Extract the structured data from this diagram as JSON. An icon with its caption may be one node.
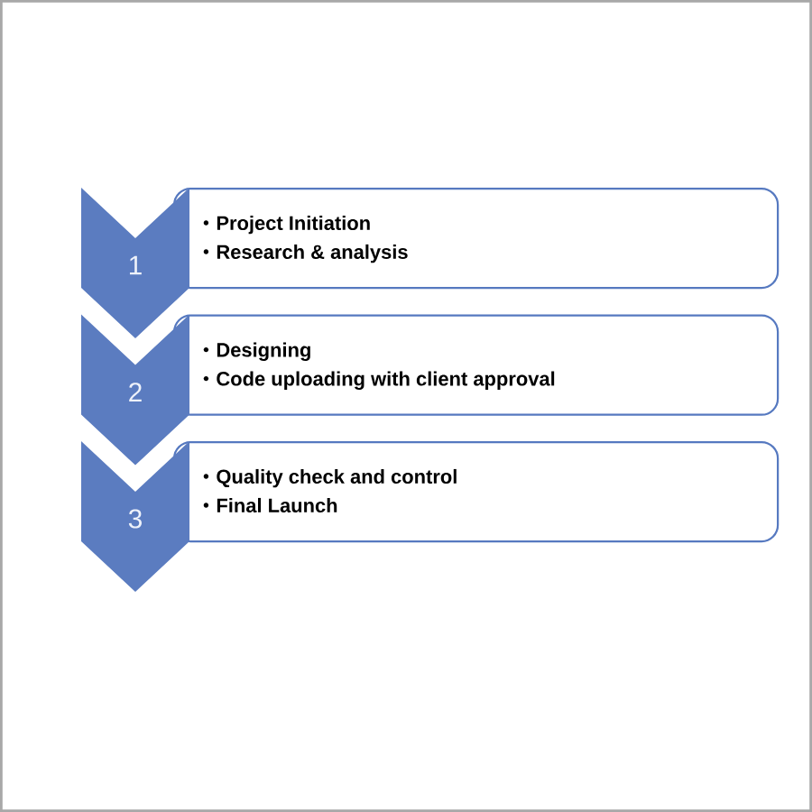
{
  "diagram": {
    "nodes": [
      {
        "text": [
          "1"
        ]
      },
      {
        "text": [
          "Project Initiation",
          "Research & analysis"
        ]
      },
      {
        "text": [
          "2"
        ]
      },
      {
        "text": [
          "Designing",
          "Code uploading with client approval"
        ]
      },
      {
        "text": [
          "3"
        ]
      },
      {
        "text": [
          "Quality check and control",
          "Final Launch"
        ]
      }
    ]
  }
}
